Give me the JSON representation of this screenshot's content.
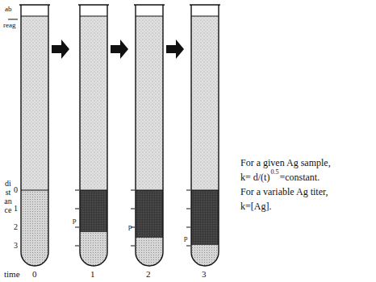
{
  "diagram": {
    "labels": [
      "ab",
      "reag",
      "distance",
      "0",
      "1",
      "2",
      "3",
      "p",
      "p",
      "p",
      "time",
      "0",
      "1",
      "2",
      "3",
      "For a given Ag sample,",
      "k= d/(t)",
      "0.5",
      "=constant.",
      "For a variable Ag titer,",
      "k=[Ag]."
    ]
  }
}
